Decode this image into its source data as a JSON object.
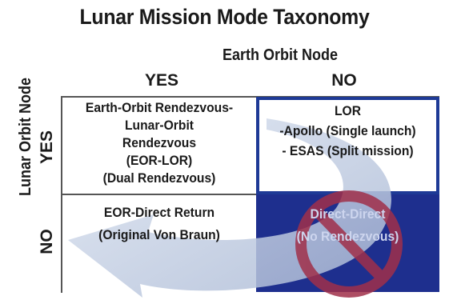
{
  "title": "Lunar Mission Mode Taxonomy",
  "axes": {
    "earth_orbit_node": "Earth Orbit Node",
    "lunar_orbit_node": "Lunar Orbit Node",
    "col_yes": "YES",
    "col_no": "NO",
    "row_yes": "YES",
    "row_no": "NO"
  },
  "cells": {
    "eor_lor": [
      "Earth-Orbit Rendezvous-",
      "Lunar-Orbit",
      "Rendezvous",
      "(EOR-LOR)",
      "(Dual Rendezvous)"
    ],
    "lor": [
      "LOR",
      "-Apollo (Single launch)",
      "- ESAS (Split mission)"
    ],
    "eor_direct": [
      "EOR-Direct Return",
      "(Original Von Braun)"
    ],
    "direct_direct": [
      "Direct-Direct",
      "(No Rendezvous)"
    ]
  },
  "colors": {
    "lor_border": "#1e3a96",
    "direct_fill": "#1e2f8e",
    "no_symbol": "#a0304a",
    "arrow": "#b9c6dc"
  },
  "icons": {
    "arrow": "curved-arrow-icon",
    "prohibited": "no-symbol-icon"
  }
}
